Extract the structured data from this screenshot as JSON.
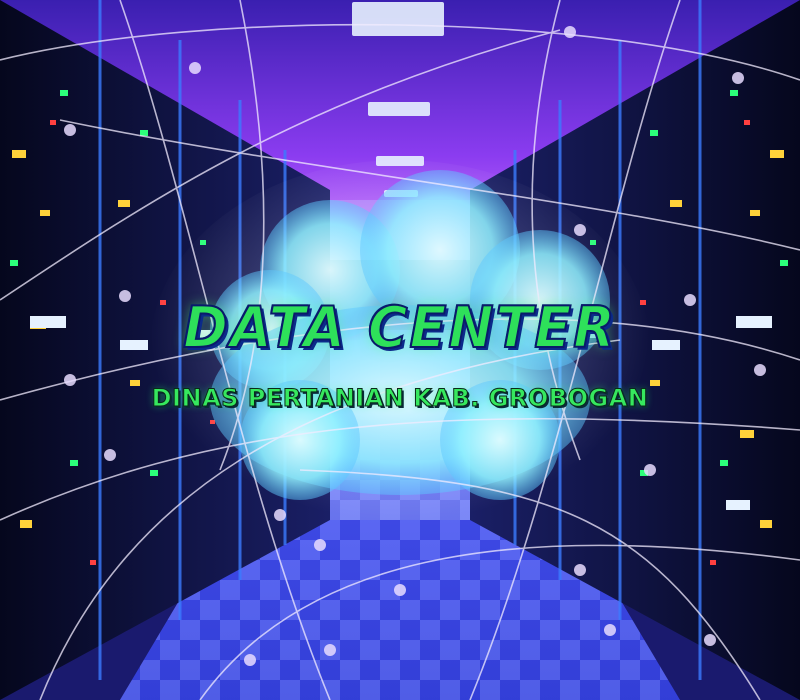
{
  "banner": {
    "title": "DATA CENTER",
    "subtitle": "DINAS PERTANIAN KAB. GROBOGAN"
  },
  "colors": {
    "title_green": "#2ee05a",
    "title_outline": "#0b2a8a",
    "cloud_cyan": "#7ff0ff",
    "ceiling_purple": "#9a3dff",
    "floor_blue": "#2a40e0",
    "rack_dark": "#0a0d2a"
  },
  "scene": {
    "subject": "server-room-corridor",
    "overlay": "network-node-lines",
    "center_shape": "glowing-cloud"
  }
}
